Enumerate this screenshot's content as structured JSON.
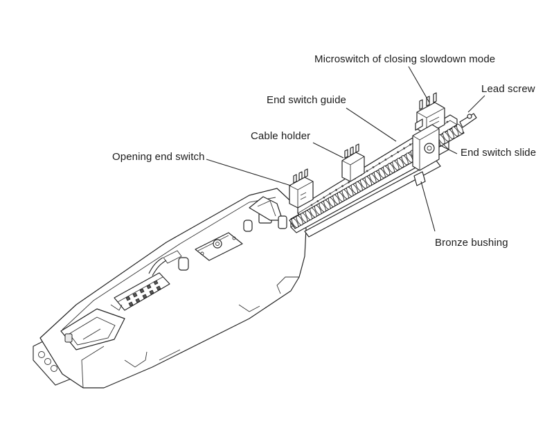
{
  "labels": {
    "microswitch": "Microswitch of closing slowdown mode",
    "lead_screw": "Lead screw",
    "end_switch_guide": "End switch guide",
    "cable_holder": "Cable holder",
    "end_switch_slide": "End switch slide",
    "opening_end_switch": "Opening end switch",
    "bronze_bushing": "Bronze bushing"
  },
  "colors": {
    "line": "#222222",
    "background": "#ffffff",
    "shade": "#e9e9e9"
  }
}
